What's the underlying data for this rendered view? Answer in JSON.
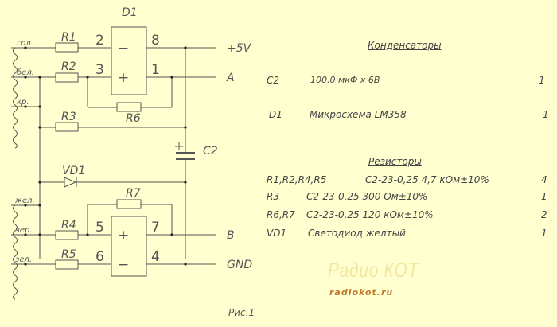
{
  "schematic": {
    "chip": "D1",
    "pins": {
      "p2": "2",
      "p3": "3",
      "p8": "8",
      "p1": "1",
      "p5": "5",
      "p6": "6",
      "p7": "7",
      "p4": "4"
    },
    "signs": {
      "minus": "−",
      "plus": "+"
    },
    "resistors": {
      "r1": "R1",
      "r2": "R2",
      "r3": "R3",
      "r4": "R4",
      "r5": "R5",
      "r6": "R6",
      "r7": "R7"
    },
    "diode": "VD1",
    "capacitor": "C2",
    "cap_plus": "+",
    "outputs": {
      "vcc": "+5V",
      "a": "A",
      "b": "B",
      "gnd": "GND"
    },
    "wires": {
      "gol": "гол.",
      "bel": "бел.",
      "kr": "кр.",
      "zhel": "жел.",
      "cher": "чер.",
      "zel": "зел."
    },
    "caption": "Рис.1"
  },
  "bom": {
    "capacitors_header": "Конденсаторы",
    "capacitors": [
      {
        "ref": "C2",
        "desc": "100.0 мкФ x 6В",
        "qty": "1"
      },
      {
        "ref": "D1",
        "desc": "Микросхема   LM358",
        "qty": "1"
      }
    ],
    "resistors_header": "Резисторы",
    "resistors": [
      {
        "ref": "R1,R2,R4,R5",
        "desc": "С2-23-0,25  4,7  кОм±10%",
        "qty": "4"
      },
      {
        "ref": "R3",
        "desc": "С2-23-0,25  300  Ом±10%",
        "qty": "1"
      },
      {
        "ref": "R6,R7",
        "desc": "С2-23-0,25  120  кОм±10%",
        "qty": "2"
      },
      {
        "ref": "VD1",
        "desc": "Светодиод  желтый",
        "qty": "1"
      }
    ]
  },
  "watermark": {
    "title": "Радио КОТ",
    "url": "radiokot.ru"
  }
}
